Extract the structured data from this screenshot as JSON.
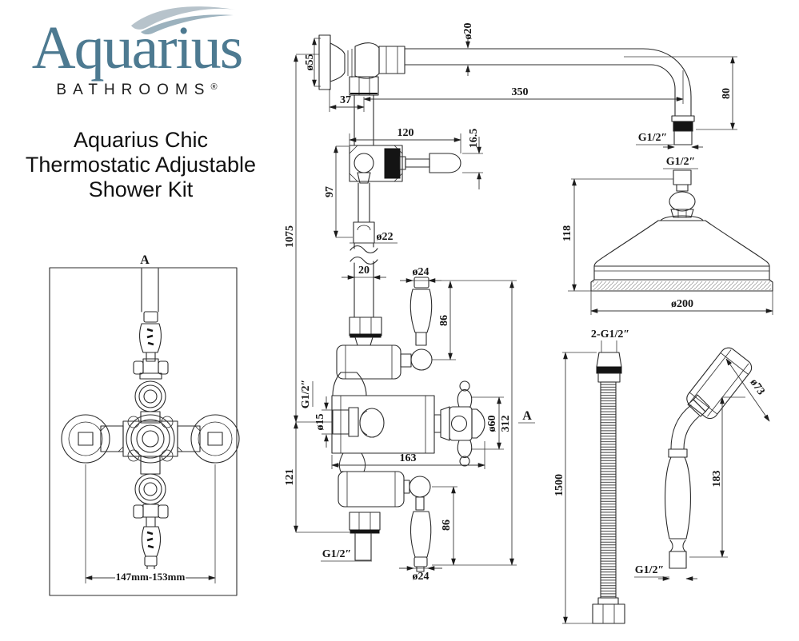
{
  "brand": {
    "name": "Aquarius",
    "tagline": "BATHROOMS",
    "registered": "®"
  },
  "title": {
    "line1": "Aquarius Chic",
    "line2": "Thermostatic Adjustable",
    "line3": "Shower Kit"
  },
  "colors": {
    "brand_blue": "#4d7a91",
    "swoosh_light": "#b7c3cb",
    "swoosh_mid": "#9cb2be",
    "line": "#2b2b2b",
    "background": "#ffffff"
  },
  "views": {
    "front": {
      "label": "A",
      "width_range": "147mm-153mm"
    },
    "side": {
      "section_label": "A"
    }
  },
  "dims": {
    "flangeDia": "ø55",
    "wallOffset": "37",
    "armDia": "ø20",
    "armLength": "350",
    "armDrop": "80",
    "armThread": "G1/2″",
    "headThread": "G1/2″",
    "headHeight": "118",
    "headDia": "ø200",
    "handleLen": "120",
    "handleGrip": "16.5",
    "upperHeight": "97",
    "riserJointDia": "ø22",
    "riserHeight": "1075",
    "riserPipe": "20",
    "leverTopDia": "ø24",
    "leverTopLen": "86",
    "inletThread": "G1/2″",
    "inletDia": "ø15",
    "crossDia": "ø60",
    "valveHeight": "312",
    "valveWidth": "163",
    "outletDrop": "121",
    "leverBotLen": "86",
    "leverBotDia": "ø24",
    "outletThread": "G1/2″",
    "hoseThreads": "2-G1/2″",
    "hoseLength": "1500",
    "handsetThread": "G1/2″",
    "handsetHeadDia": "ø73",
    "handsetHeight": "183"
  }
}
